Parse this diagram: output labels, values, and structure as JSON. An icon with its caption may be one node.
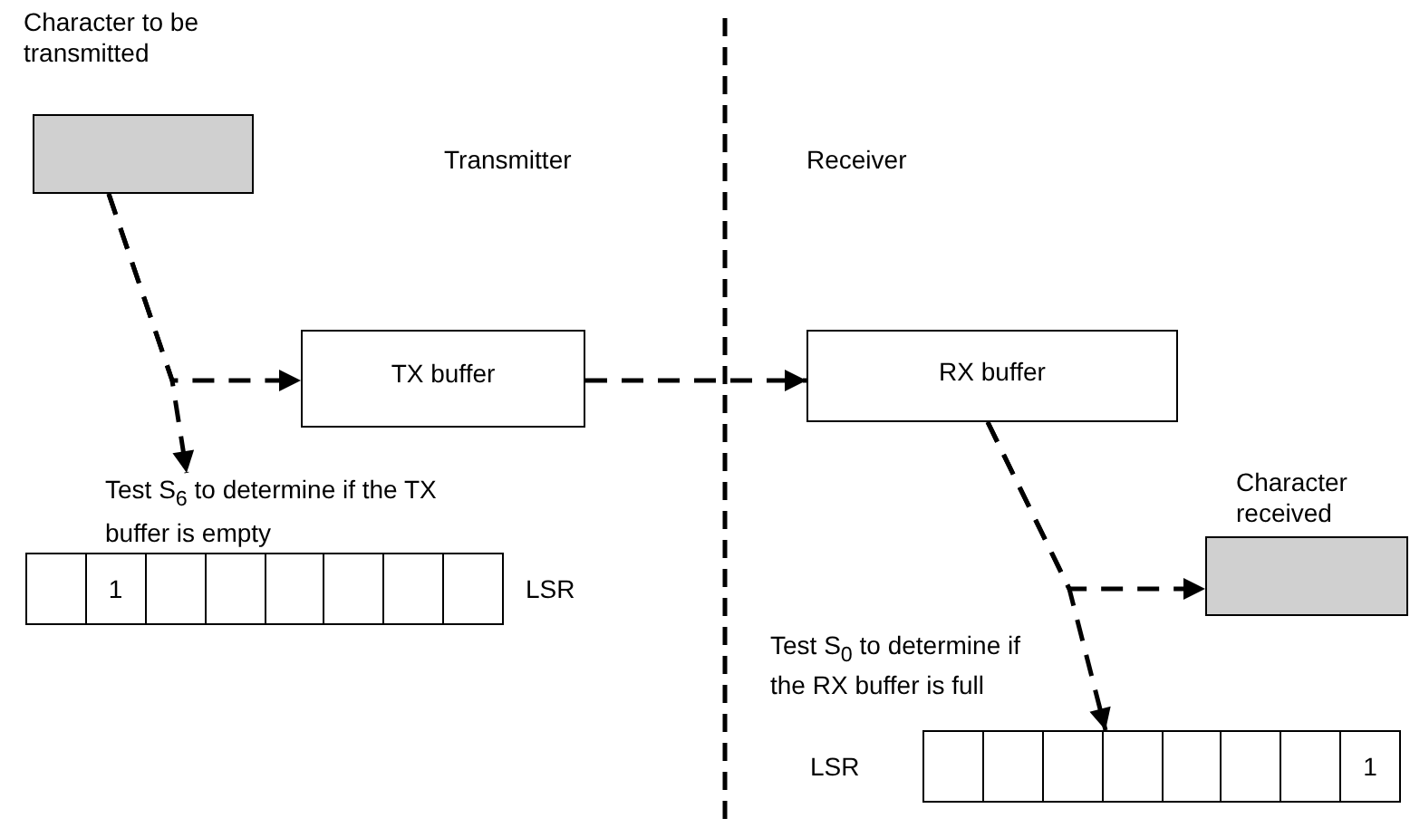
{
  "diagram": {
    "nodes": [
      {
        "text": [
          "Character to be transmitted"
        ]
      },
      {
        "text": [
          "TX buffer"
        ]
      },
      {
        "text": [
          "RX buffer"
        ]
      },
      {
        "text": [
          "Character received"
        ]
      },
      {
        "text": [
          "Test S$_{6}$ to determine if the TX buffer is empty"
        ]
      },
      {
        "text": [
          "1"
        ],
        "beside": [
          "LSR"
        ]
      },
      {
        "text": [
          "1"
        ],
        "beside": [
          "LSR"
        ]
      }
    ],
    "edges": [
      {
        "from": 0,
        "to": 1,
        "arrow": "to",
        "style": "dashed"
      },
      {
        "from": 0,
        "to": 4,
        "arrow": "to",
        "style": "dashed"
      },
      {
        "from": 1,
        "to": 2,
        "arrow": "to",
        "style": "dashed"
      },
      {
        "from": 2,
        "to": 3,
        "arrow": "to",
        "style": "dashed"
      },
      {
        "from": 2,
        "to": 6,
        "arrow": "to",
        "style": "dashed"
      }
    ],
    "labels": [
      "Transmitter",
      "Receiver",
      "Test S$_{0}$ to determine if the RX buffer is full"
    ]
  }
}
